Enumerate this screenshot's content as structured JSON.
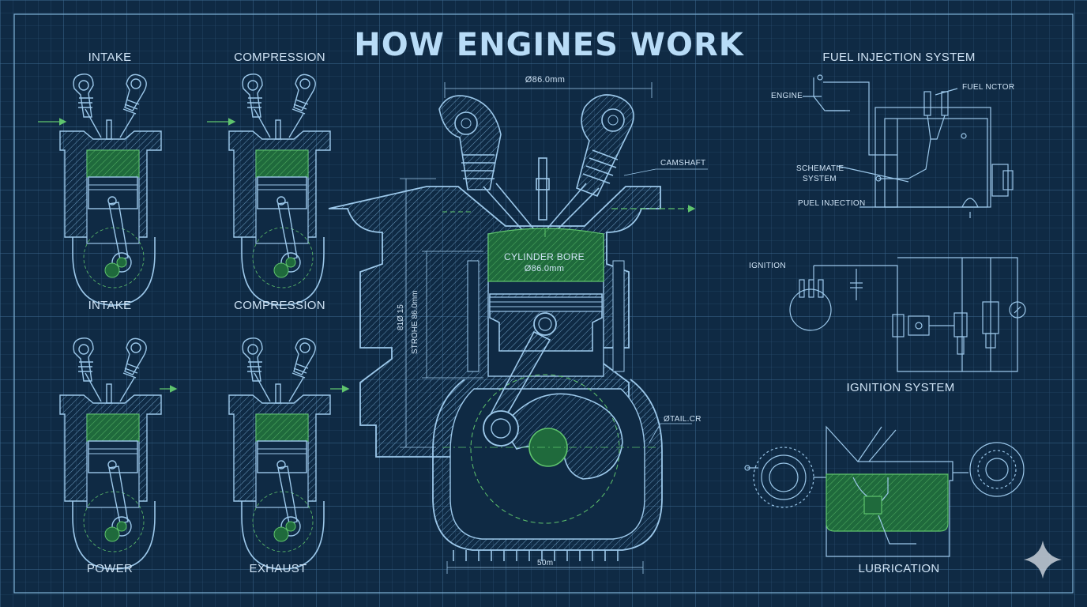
{
  "title": "HOW ENGINES WORK",
  "stroke_panels": {
    "top_labels": [
      "INTAKE",
      "COMPRESSION"
    ],
    "mid_labels": [
      "INTAKE",
      "COMPRESSION"
    ],
    "bottom_labels": [
      "POWER",
      "EXHAUST"
    ]
  },
  "main_engine": {
    "bore_dim": "Ø86.0mm",
    "camshaft": "CAMSHAFT",
    "cylinder_bore": "CYLINDER BORE",
    "cylinder_bore_dim": "Ø86.0mm",
    "stroke_label": "STROHE 86.0mm",
    "stroke_label_alt": "81Ø 15",
    "crank_label": "ØTAIL.CR",
    "width_dim": "50m"
  },
  "fuel_injection": {
    "title": "FUEL INJECTION SYSTEM",
    "engine": "ENGINE",
    "injector": "FUEL NCTOR",
    "schematic": "SCHEMATIE",
    "system": "SYSTEM",
    "fuel_injection": "PUEL INJECTION"
  },
  "ignition": {
    "label": "IGNITION",
    "title": "IGNITION SYSTEM"
  },
  "lubrication": {
    "title": "LUBRICATION"
  },
  "colors": {
    "background": "#0f2a44",
    "line": "#9cc8ea",
    "green_fill": "#1f6a3c",
    "green_line": "#5fc46d",
    "title": "#b8dcf7"
  }
}
